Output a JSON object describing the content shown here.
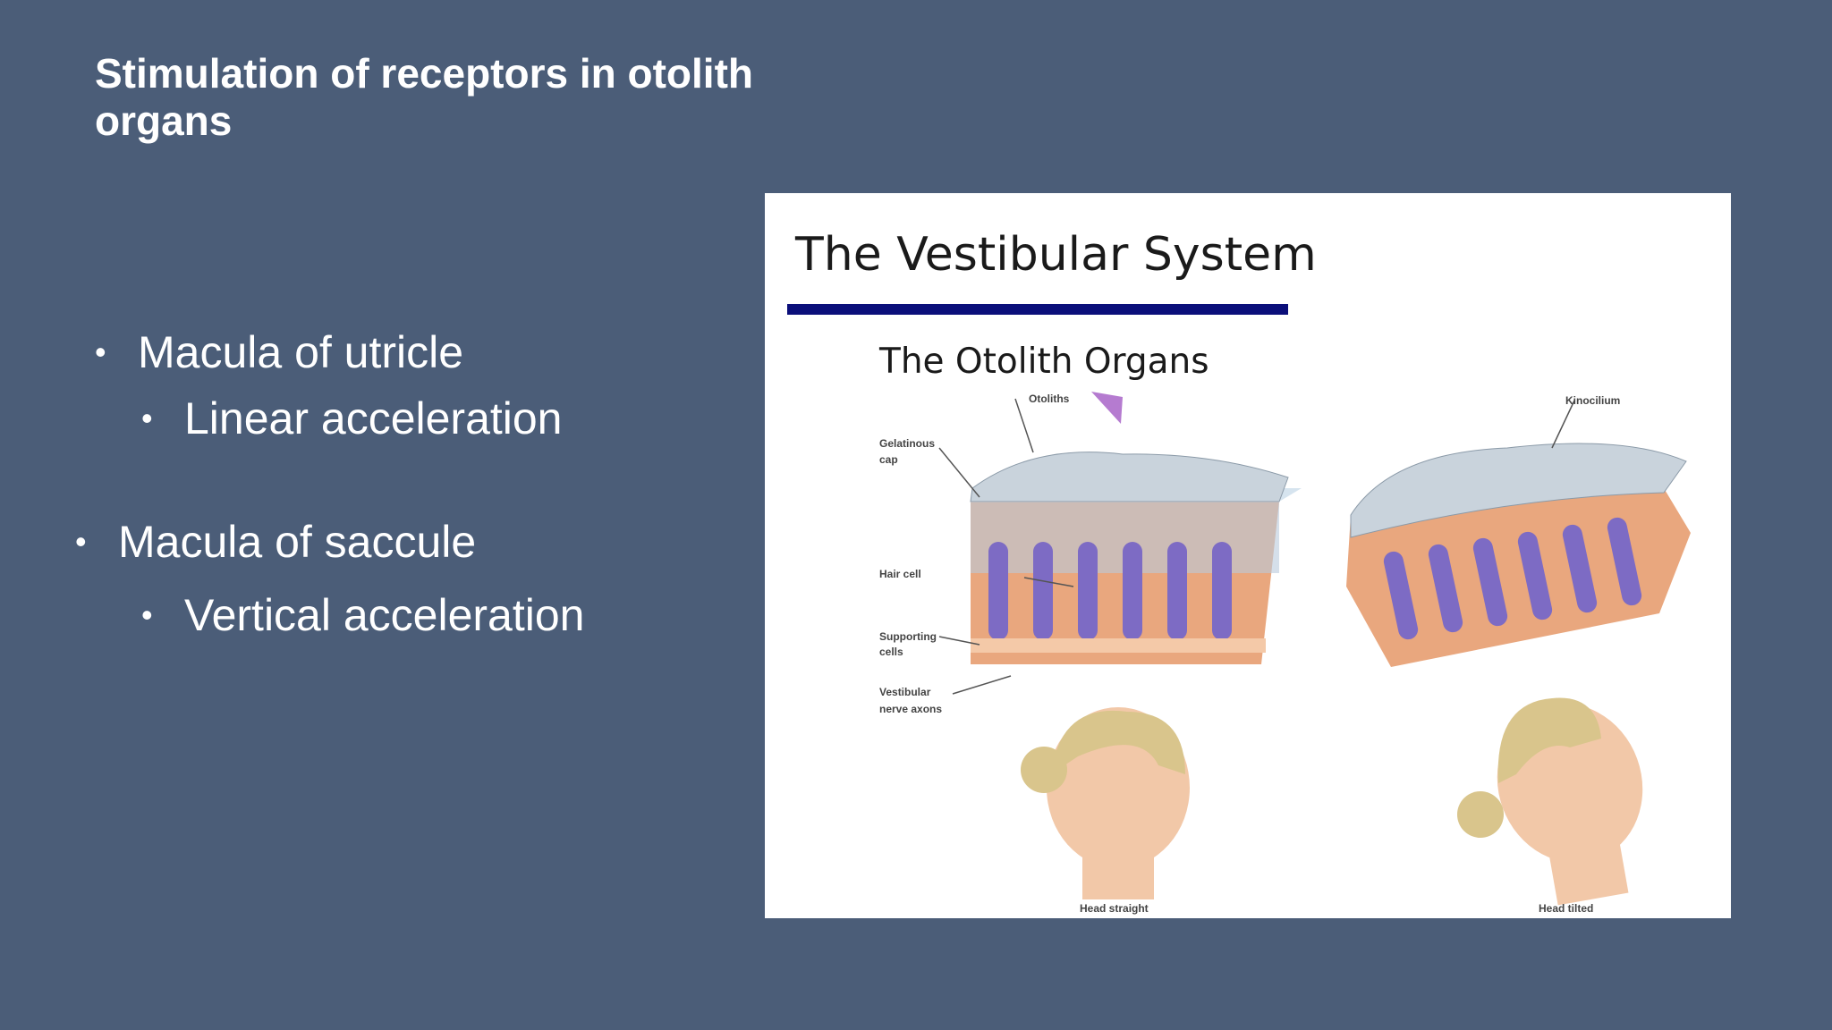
{
  "slide": {
    "title": "Stimulation of receptors in otolith organs",
    "bullets": [
      {
        "text": "Macula of utricle",
        "sub": "Linear acceleration"
      },
      {
        "text": "Macula of saccule",
        "sub": "Vertical acceleration"
      }
    ]
  },
  "figure": {
    "heading": "The Vestibular System",
    "subheading": "The Otolith Organs",
    "labels": {
      "otoliths": "Otoliths",
      "kinocilium": "Kinocilium",
      "gelatinous_cap_1": "Gelatinous",
      "gelatinous_cap_2": "cap",
      "hair_cell": "Hair cell",
      "supporting_1": "Supporting",
      "supporting_2": "cells",
      "nerve_1": "Vestibular",
      "nerve_2": "nerve axons",
      "head_straight": "Head straight",
      "head_tilted": "Head tilted"
    },
    "colors": {
      "rule": "#0b0f7a",
      "hair_cell": "#7d6bc4",
      "tissue": "#e9a77e",
      "arrow": "#b57bd0"
    }
  }
}
